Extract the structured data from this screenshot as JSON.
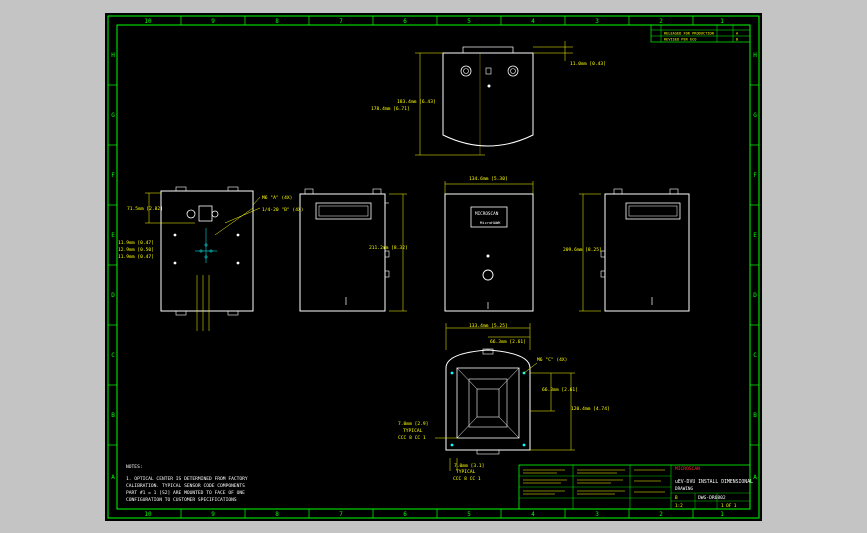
{
  "colors": {
    "background": "#c4c4c4",
    "sheet": "#000000",
    "border": "#00ff00",
    "geometry": "#ffffff",
    "dimension": "#ffff00",
    "center_line": "#00ffff",
    "title_text": "#ff3333"
  },
  "zone_numbers": [
    "10",
    "9",
    "8",
    "7",
    "6",
    "5",
    "4",
    "3",
    "2",
    "1"
  ],
  "zone_letters": [
    "H",
    "G",
    "F",
    "E",
    "D",
    "C",
    "B",
    "A"
  ],
  "dimensions": {
    "top_width": "11.0mm [0.43]",
    "top_depth": "183.4mm [6.43]",
    "top_overall": "178.4mm [6.71]",
    "left_height": "71.5mm [2.82]",
    "left_hole_1": "11.9mm [0.47]",
    "left_hole_2": "12.9mm [0.50]",
    "left_hole_3": "11.9mm [0.47]",
    "callout_a": "M6 \"A\" (4X)",
    "callout_b": "1/4-20 \"B\" (4X)",
    "front_height": "211.2mm [8.32]",
    "side_height": "209.6mm [8.25]",
    "back_width": "134.6mm [5.30]",
    "bottom_width": "133.4mm [5.25]",
    "bottom_center": "66.3mm [2.61]",
    "bottom_half": "66.3mm [2.61]",
    "bottom_depth": "120.4mm [4.74]",
    "bottom_callout": "M6 \"C\" (4X)",
    "bottom_typ_1": "7.0mm [2.9]",
    "typical_1": "TYPICAL",
    "ccc_1": "CCC 8 CC 1",
    "bottom_typ_2": "7.0mm [3.1]",
    "typical_2": "TYPICAL",
    "ccc_2": "CCC 8 CC 1"
  },
  "device": {
    "brand_label": "MICROSCAN",
    "model_label": "MicroHAWK"
  },
  "notes": {
    "heading": "NOTES:",
    "lines": [
      "1. OPTICAL CENTER IS DETERMINED FROM FACTORY",
      "   CALIBRATION. TYPICAL SENSOR CODE COMPONENTS",
      "   PART #1 = 1 [S2] ARE MOUNTED TO FACE OF ONE",
      "   CONFIGURATION TO CUSTOMER SPECIFICATIONS"
    ]
  },
  "revision_block": {
    "rows": [
      {
        "desc": "RELEASED FOR PRODUCTION",
        "rev": "A"
      },
      {
        "desc": "REVISED PER ECO",
        "rev": "B"
      }
    ]
  },
  "title_block": {
    "company": "MICROSCAN",
    "title": "uEV-DVU INSTALL DIMENSIONAL",
    "subtitle": "DRAWING",
    "drawing_number": "DWG-DR6802",
    "scale": "1:2",
    "size": "B",
    "sheet": "1 OF 1"
  }
}
